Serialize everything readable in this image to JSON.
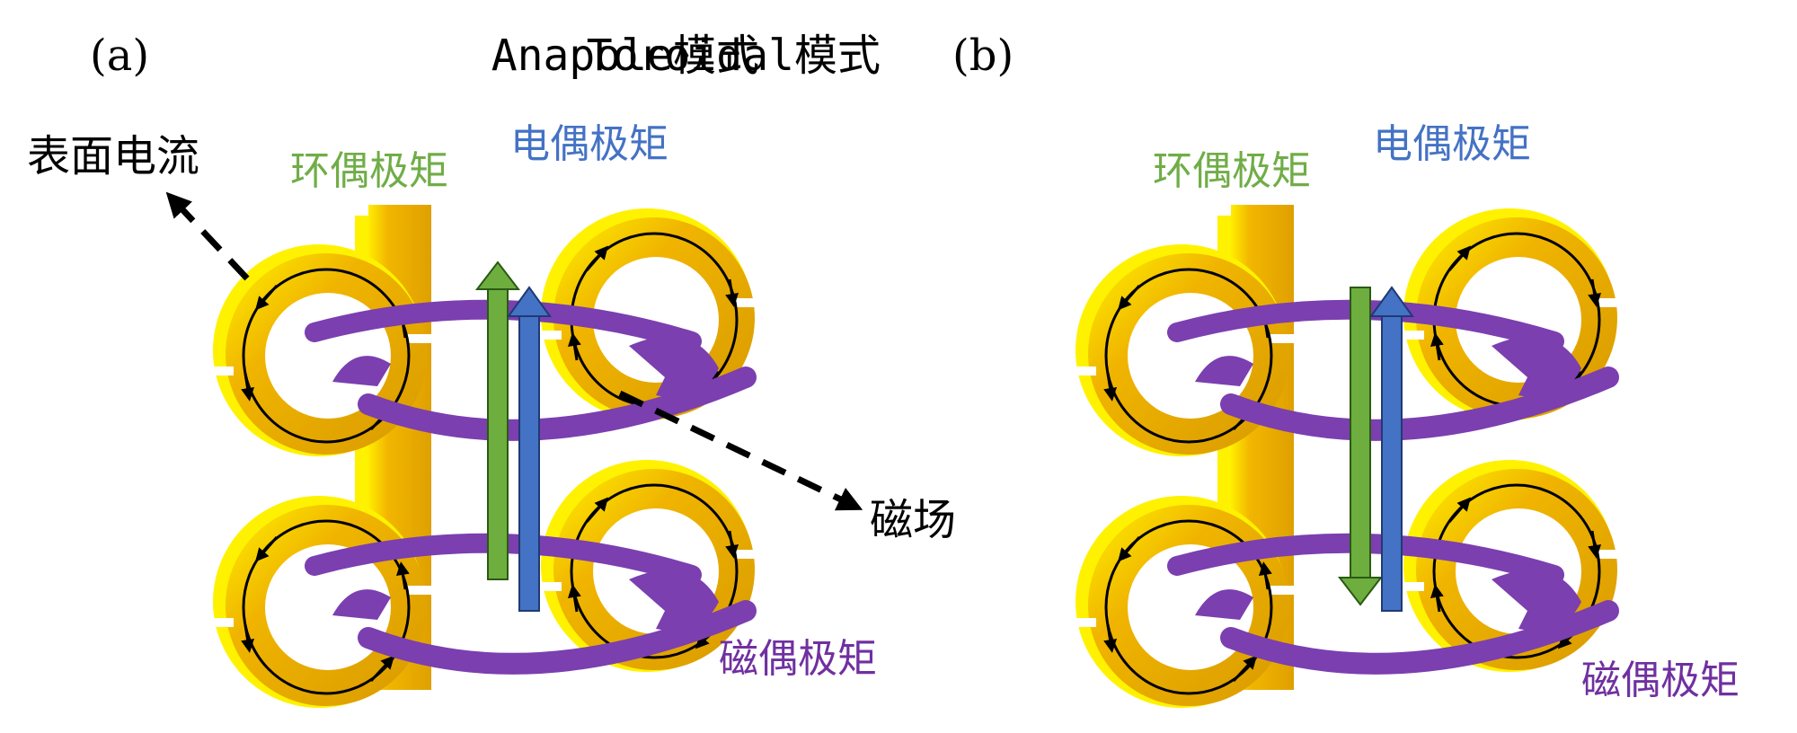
{
  "panels": [
    {
      "id": "a",
      "panel_label": "(a)",
      "title": "Toroidal模式",
      "labels": {
        "surface_current": "表面电流",
        "toroidal_dipole": "环偶极矩",
        "electric_dipole": "电偶极矩",
        "magnetic_field": "磁场",
        "magnetic_dipole": "磁偶极矩"
      },
      "electric_arrow_direction": "up"
    },
    {
      "id": "b",
      "panel_label": "(b)",
      "title": "Anapole模式",
      "labels": {
        "toroidal_dipole": "环偶极矩",
        "electric_dipole": "电偶极矩",
        "magnetic_dipole": "磁偶极矩"
      },
      "electric_arrow_direction": "opposite"
    }
  ],
  "colors": {
    "ring_gold": "#E8A800",
    "ring_highlight": "#FFF200",
    "purple": "#7B3FB0",
    "green_arrow": "#6DAE3F",
    "blue_arrow": "#4472C4",
    "green_text": "#70AD47",
    "blue_text": "#4472C4",
    "purple_text": "#7030A0",
    "black": "#000000"
  }
}
